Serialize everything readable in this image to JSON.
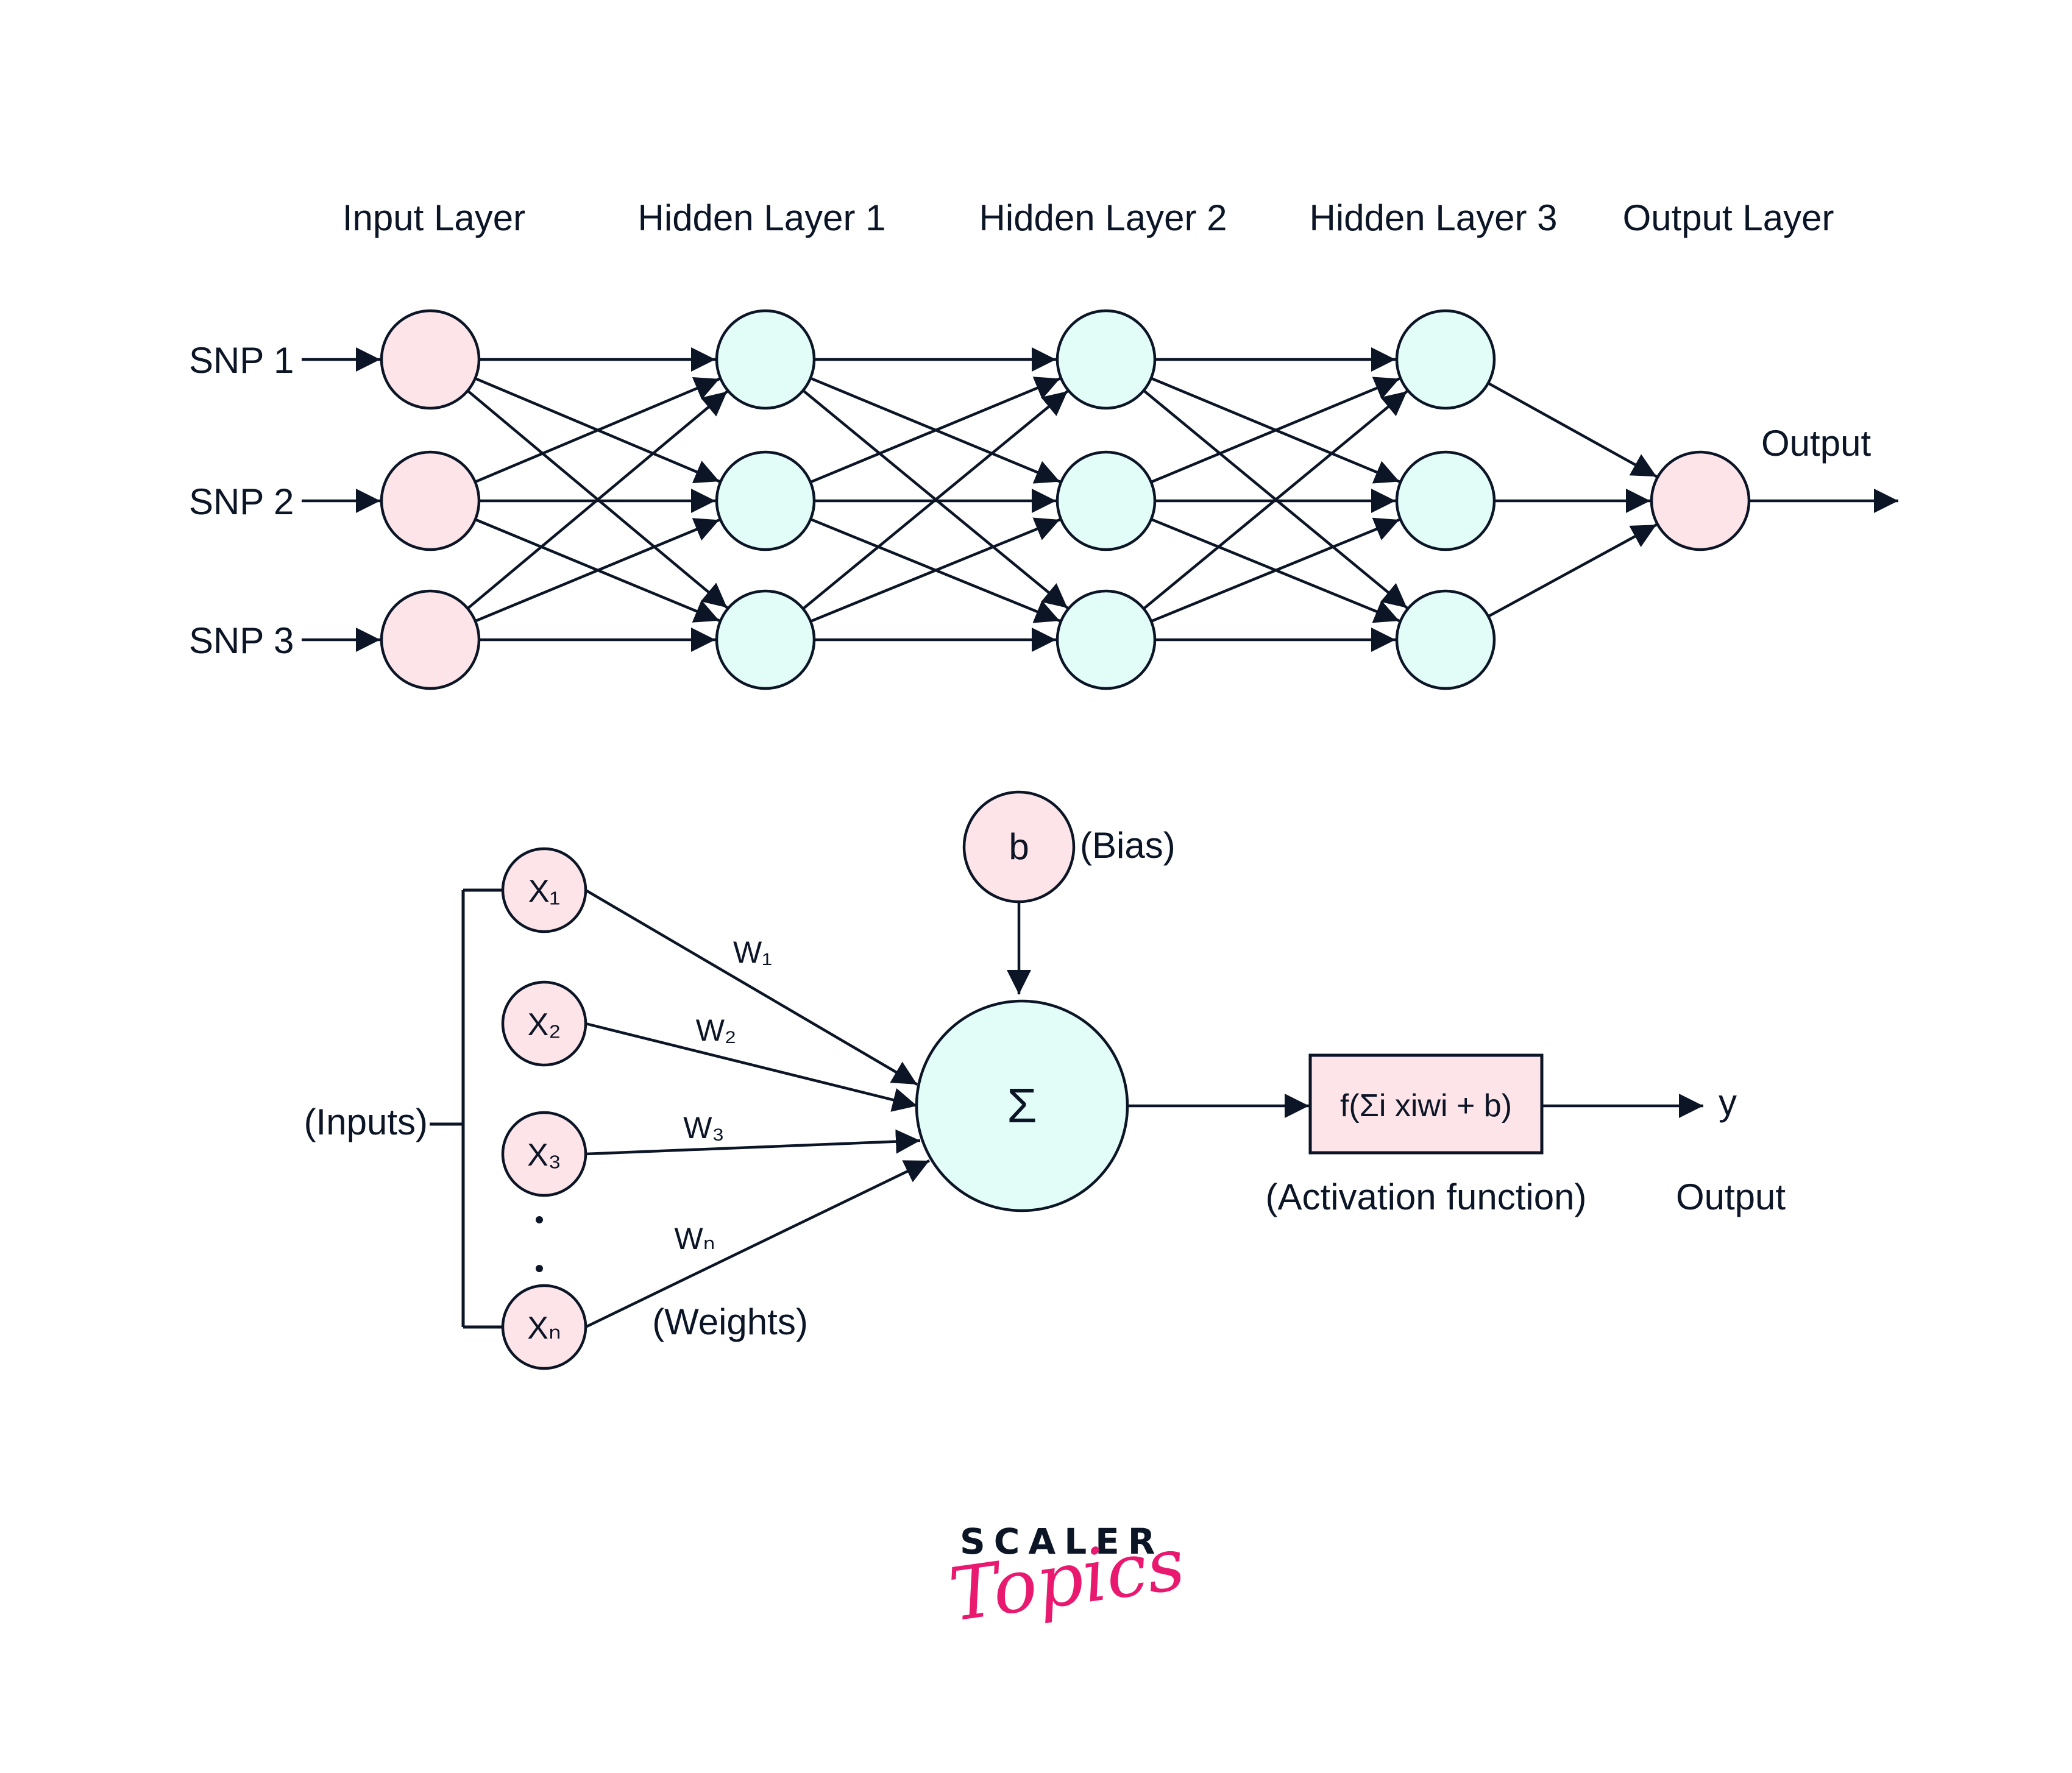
{
  "colors": {
    "stroke": "#0b1526",
    "pink_node": "#fde4e8",
    "cyan_node": "#e2fcf8",
    "brand_pink": "#e8196f",
    "brand_dark": "#0b1526"
  },
  "network": {
    "layer_titles": [
      "Input Layer",
      "Hidden Layer 1",
      "Hidden Layer 2",
      "Hidden Layer 3",
      "Output Layer"
    ],
    "layer_sizes": [
      3,
      3,
      3,
      3,
      1
    ],
    "layer_kinds": [
      "input",
      "hidden",
      "hidden",
      "hidden",
      "output"
    ],
    "input_labels": [
      "SNP 1",
      "SNP 2",
      "SNP 3"
    ],
    "output_label": "Output"
  },
  "perceptron": {
    "inputs": [
      "X₁",
      "X₂",
      "X₃",
      "Xₙ"
    ],
    "weights": [
      "W₁",
      "W₂",
      "W₃",
      "Wₙ"
    ],
    "ellipsis": "· ·",
    "inputs_caption": "(Inputs)",
    "weights_caption": "(Weights)",
    "bias_symbol": "b",
    "bias_caption": "(Bias)",
    "sum_symbol": "Σ",
    "activation_formula": "f(Σi xiwi + b)",
    "activation_caption": "(Activation function)",
    "output_symbol": "y",
    "output_caption": "Output"
  },
  "logo": {
    "line1": "SCALER",
    "line2": "Topics"
  }
}
